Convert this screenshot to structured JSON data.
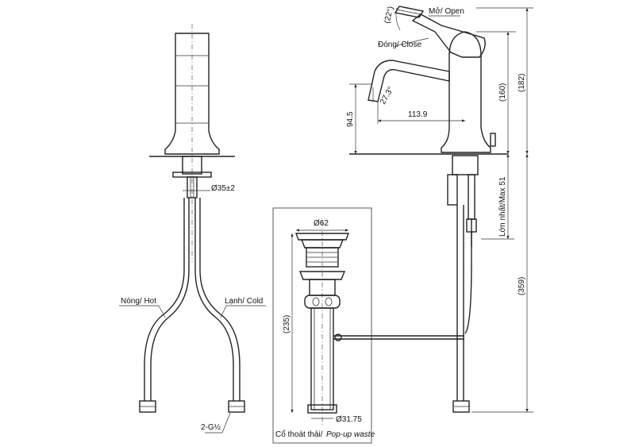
{
  "labels": {
    "open": "Mở/ Open",
    "close": "Đóng/ Close",
    "handle_angle": "(22°)",
    "spout_angle": "27.3°",
    "dim_160": "(160)",
    "dim_182": "(182)",
    "dim_94_5": "94.5",
    "dim_113_9": "113.9",
    "max51": "Lớn nhất/Max 51",
    "dim_359": "(359)",
    "dia35": "Ø35±2",
    "hot": "Nóng/ Hot",
    "cold": "Lạnh/ Cold",
    "thread": "2-G½",
    "dia62": "Ø62",
    "dim_235": "(235)",
    "dia31_75": "Ø31.75",
    "waste_vi": "Cổ thoát thải/",
    "waste_en": "Pop-up waste"
  }
}
